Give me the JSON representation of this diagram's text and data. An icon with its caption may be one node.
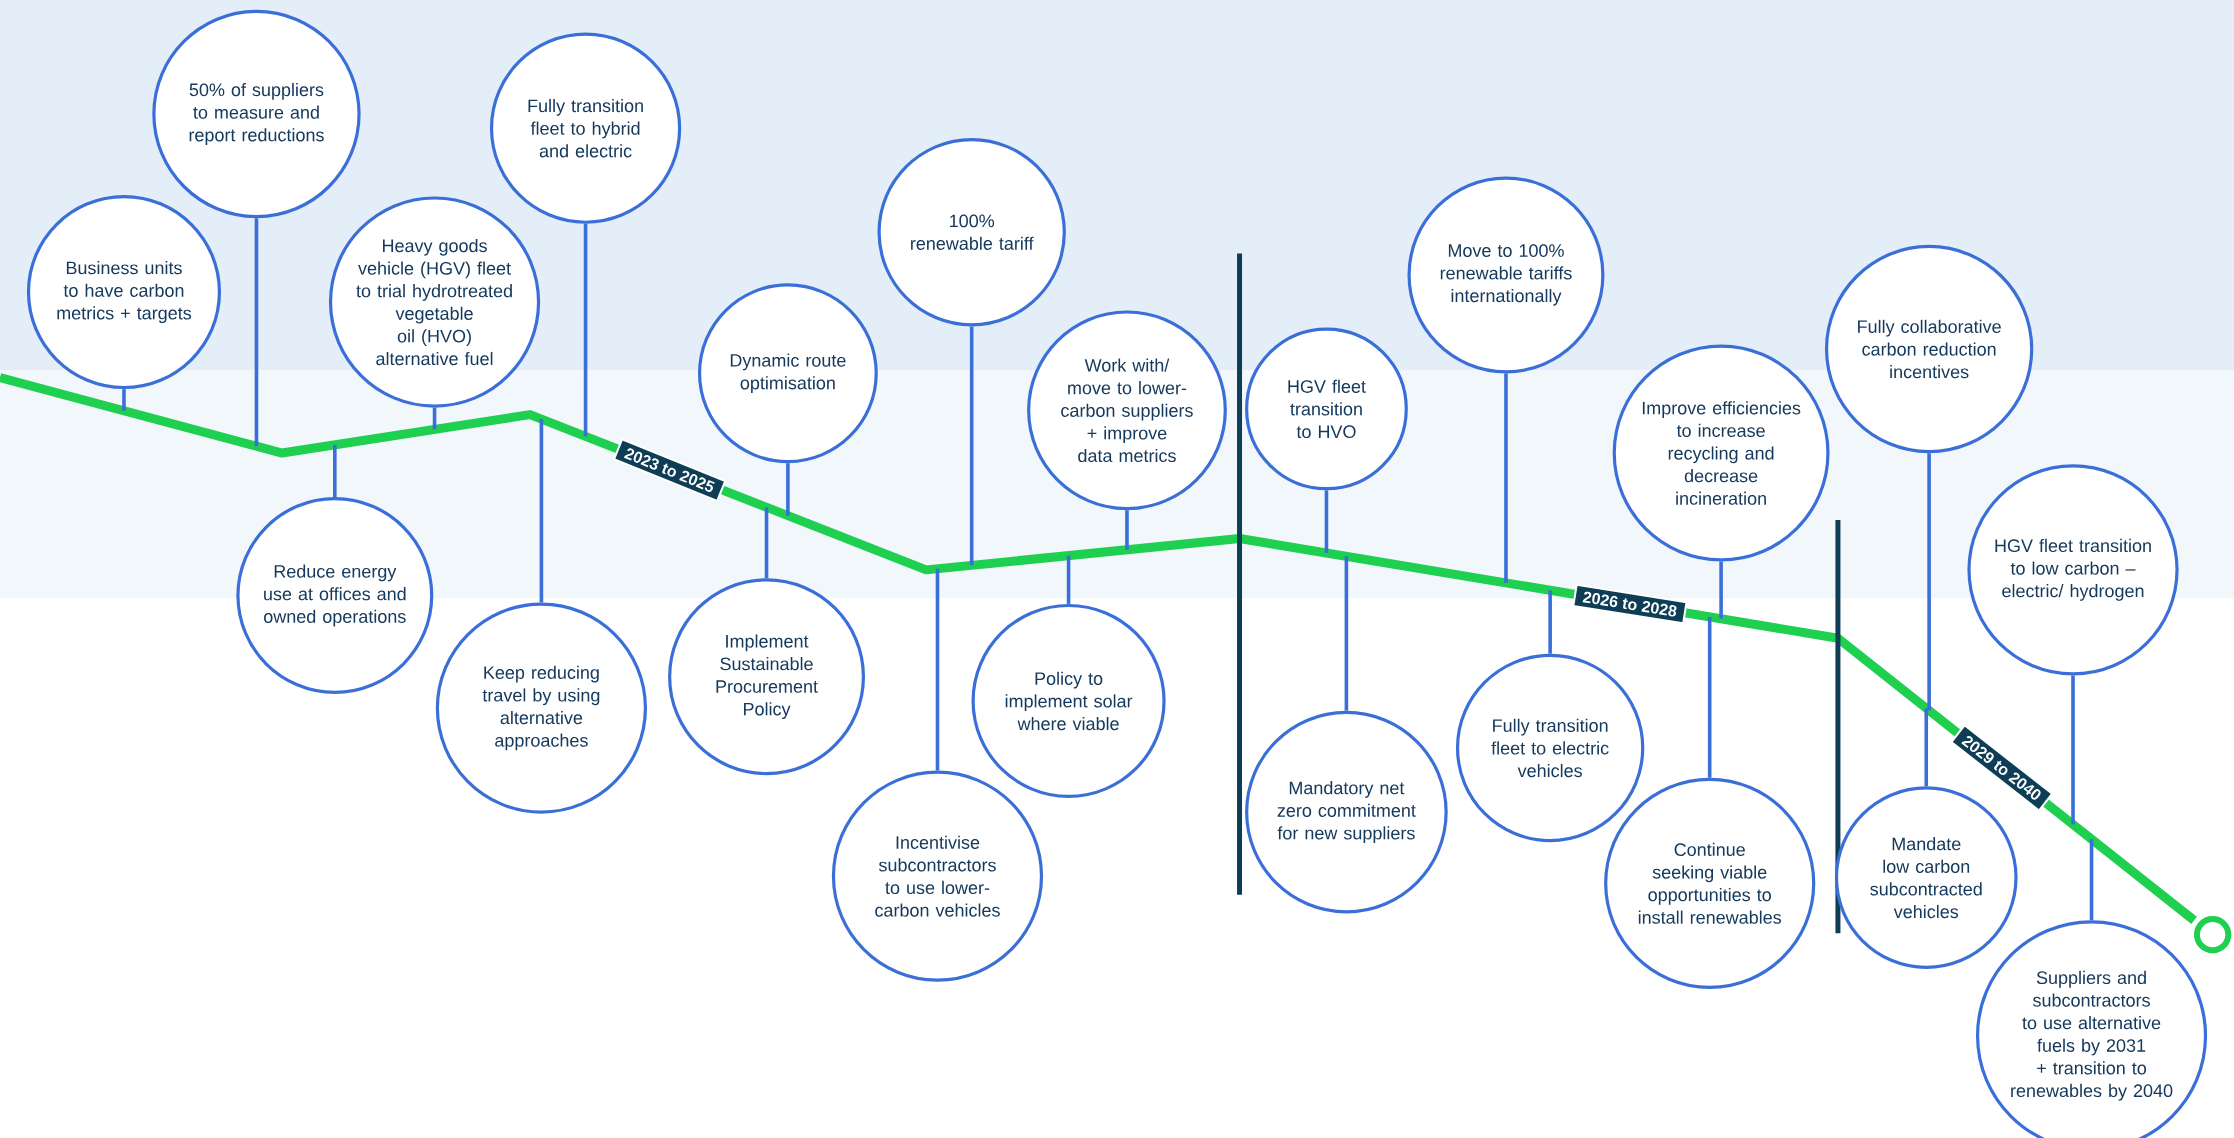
{
  "diagram": {
    "nodes": [
      {
        "text": [
          "Business units to have carbon metrics + targets"
        ]
      },
      {
        "text": [
          "50% of suppliers to measure and report reductions"
        ]
      },
      {
        "text": [
          "Reduce energy use at offices and owned operations"
        ]
      },
      {
        "text": [
          "Heavy goods vehicle (HGV) fleet to trial hydrotreated vegetable oil (HVO) alternative fuel"
        ]
      },
      {
        "text": [
          "Keep reducing travel by using alternative approaches"
        ]
      },
      {
        "text": [
          "Fully transition fleet to hybrid and electric"
        ]
      },
      {
        "text": [
          "Implement Sustainable Procurement Policy"
        ]
      },
      {
        "text": [
          "Dynamic route optimisation"
        ]
      },
      {
        "text": [
          "Incentivise subcontractors to use lower-carbon vehicles"
        ]
      },
      {
        "text": [
          "100% renewable tariff"
        ]
      },
      {
        "text": [
          "Policy to implement solar where viable"
        ]
      },
      {
        "text": [
          "Work with/ move to lower-carbon suppliers + improve data metrics"
        ]
      },
      {
        "text": [
          "HGV fleet transition to HVO"
        ]
      },
      {
        "text": [
          "Mandatory net zero commitment for new suppliers"
        ]
      },
      {
        "text": [
          "Move to 100% renewable tariffs internationally"
        ]
      },
      {
        "text": [
          "Fully transition fleet to electric vehicles"
        ]
      },
      {
        "text": [
          "Continue seeking viable opportunities to install renewables"
        ]
      },
      {
        "text": [
          "Improve efficiencies to increase recycling and decrease incineration"
        ]
      },
      {
        "text": [
          "Mandate low carbon subcontracted vehicles"
        ]
      },
      {
        "text": [
          "Fully collaborative carbon reduction incentives"
        ]
      },
      {
        "text": [
          "HGV fleet transition to low carbon – electric/ hydrogen"
        ]
      },
      {
        "text": [
          "Suppliers and subcontractors to use alternative fuels by 2031 + transition to renewables by 2040"
        ]
      }
    ],
    "edges": [
      {
        "from": 0,
        "to": null,
        "arrow": "none"
      },
      {
        "from": 1,
        "to": null,
        "arrow": "none"
      },
      {
        "from": 2,
        "to": null,
        "arrow": "none"
      },
      {
        "from": 3,
        "to": null,
        "arrow": "none"
      },
      {
        "from": 4,
        "to": null,
        "arrow": "none"
      },
      {
        "from": 5,
        "to": null,
        "arrow": "none"
      },
      {
        "from": 6,
        "to": null,
        "arrow": "none"
      },
      {
        "from": 7,
        "to": null,
        "arrow": "none"
      },
      {
        "from": 8,
        "to": null,
        "arrow": "none"
      },
      {
        "from": 9,
        "to": null,
        "arrow": "none"
      },
      {
        "from": 10,
        "to": null,
        "arrow": "none"
      },
      {
        "from": 11,
        "to": null,
        "arrow": "none"
      },
      {
        "from": 12,
        "to": null,
        "arrow": "none"
      },
      {
        "from": 13,
        "to": null,
        "arrow": "none"
      },
      {
        "from": 14,
        "to": null,
        "arrow": "none"
      },
      {
        "from": 15,
        "to": null,
        "arrow": "none"
      },
      {
        "from": 16,
        "to": null,
        "arrow": "none"
      },
      {
        "from": 17,
        "to": null,
        "arrow": "none"
      },
      {
        "from": 18,
        "to": null,
        "arrow": "none"
      },
      {
        "from": 19,
        "to": null,
        "arrow": "none"
      },
      {
        "from": 20,
        "to": null,
        "arrow": "none"
      },
      {
        "from": 21,
        "to": null,
        "arrow": "none"
      }
    ],
    "labels": [
      "2023 to 2025",
      "2026 to 2028",
      "2029 to 2040"
    ]
  }
}
